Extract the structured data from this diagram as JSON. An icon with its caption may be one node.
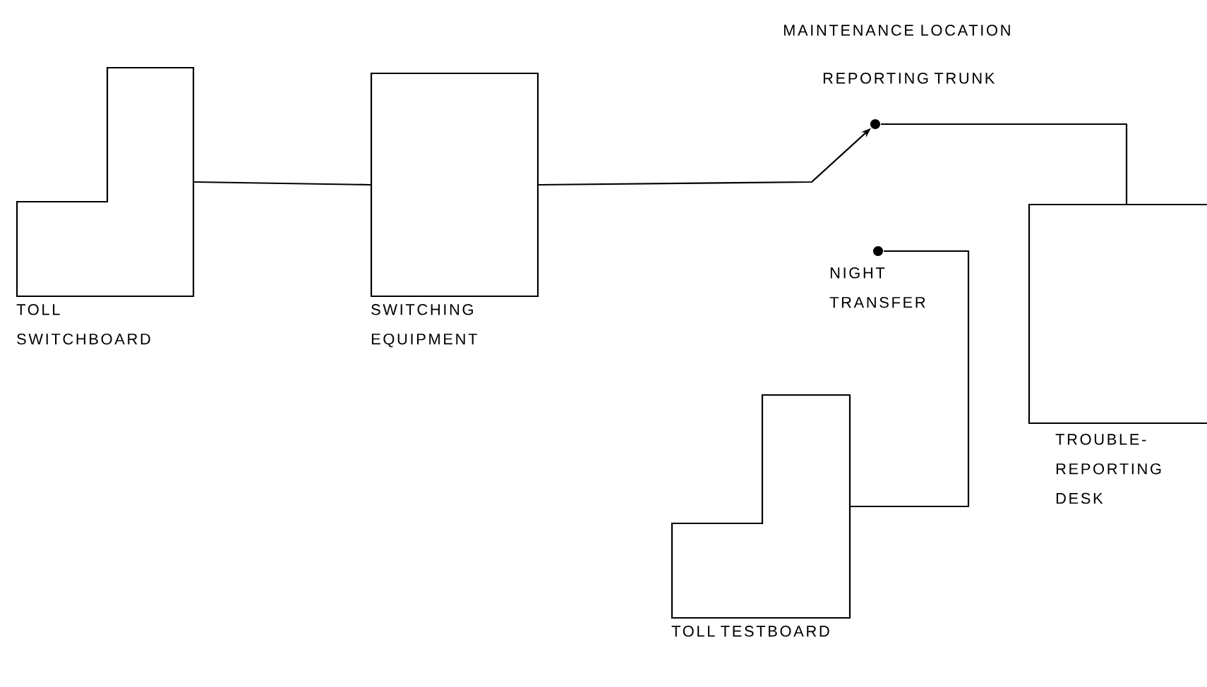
{
  "diagram": {
    "nodes": [
      {
        "text": [
          "TOLL SWITCHBOARD"
        ]
      },
      {
        "text": [
          "SWITCHING EQUIPMENT"
        ]
      },
      {
        "text": [
          "REPORTING TRUNK"
        ]
      },
      {
        "text": [
          "TROUBLE-REPORTING DESK"
        ]
      },
      {
        "text": [
          "NIGHT TRANSFER"
        ]
      },
      {
        "text": [
          "TOLL TESTBOARD"
        ]
      }
    ],
    "edges": [
      {
        "from": 0,
        "to": 1,
        "arrow": "none"
      },
      {
        "from": 1,
        "to": 2,
        "arrow": "to"
      },
      {
        "from": 2,
        "to": 3,
        "arrow": "none"
      },
      {
        "from": 4,
        "to": 5,
        "arrow": "none"
      }
    ],
    "labels": [
      "MAINTENANCE LOCATION"
    ]
  }
}
